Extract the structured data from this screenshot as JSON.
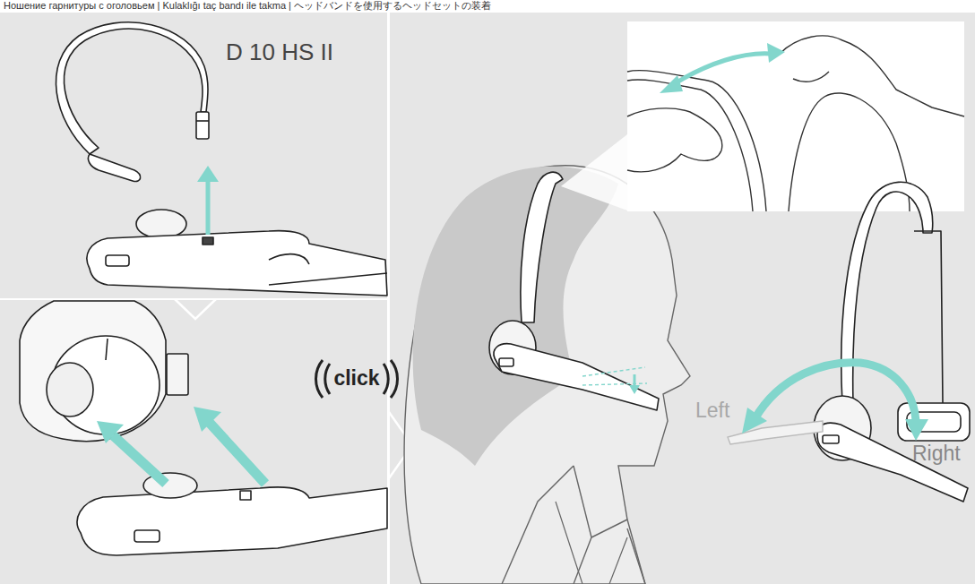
{
  "diagram": {
    "title": "Ношение гарнитуры с оголовьем | Kulaklığı taç bandı ile takma | ヘッドバンドを使用するヘッドセットの装着",
    "labels": [
      "D 10 HS II",
      "click",
      "Left",
      "Right"
    ]
  }
}
